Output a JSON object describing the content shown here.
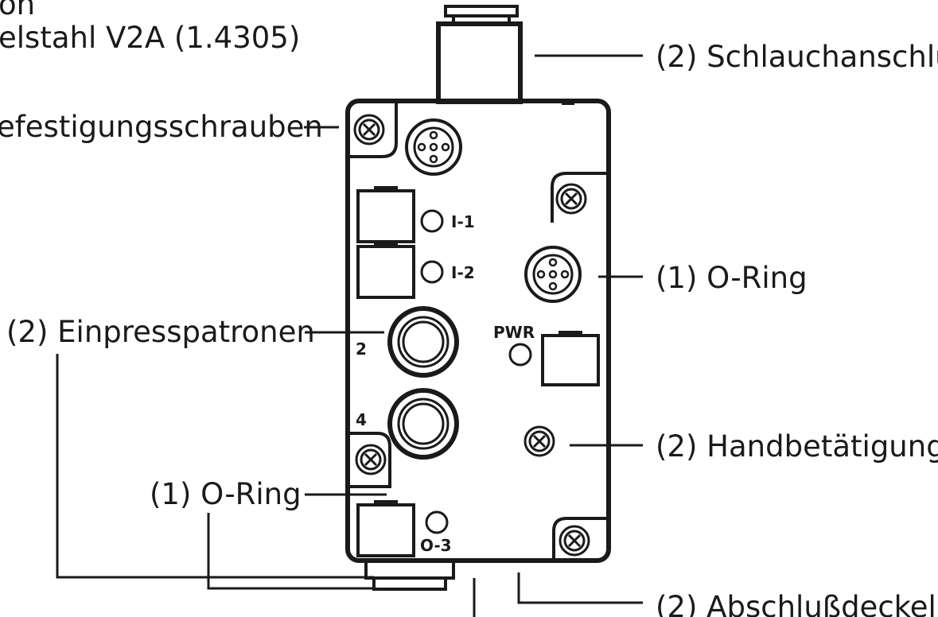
{
  "labels": {
    "material_line1": "on",
    "material_line2": "elstahl V2A (1.4305)",
    "hose_connection": "(2) Schlauchanschlu",
    "fixing_screws": "efestigungsschrauben",
    "o_ring_right": "(1) O-Ring",
    "press_cartridges": "(2) Einpresspatronen",
    "manual_override": "(2) Handbetätigung",
    "o_ring_left": "(1) O-Ring",
    "end_cover": "(2) Abschlußdeckel"
  },
  "markings": {
    "input_1": "I-1",
    "input_2": "I-2",
    "power": "PWR",
    "port_2": "2",
    "port_4": "4",
    "output_3": "O-3"
  }
}
